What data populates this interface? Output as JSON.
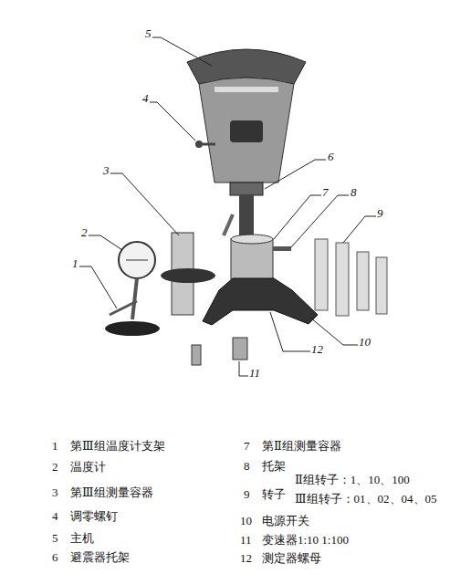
{
  "diagram": {
    "labels": [
      "5",
      "4",
      "3",
      "6",
      "7",
      "8",
      "9",
      "2",
      "1",
      "10",
      "12",
      "11",
      "1",
      "第Ⅲ组温度计支架",
      "2",
      "温度计",
      "3",
      "第Ⅲ组测量容器",
      "4",
      "调零螺钉",
      "5",
      "主机",
      "6",
      "避震器托架",
      "7",
      "第Ⅱ组测量容器",
      "8",
      "托架",
      "9",
      "转子",
      "Ⅱ组转子：1、10、100",
      "Ⅲ组转子：01、02、04、05",
      "10",
      "电源开关",
      "11",
      "变速器1:10 1:100",
      "12",
      "测定器螺母"
    ]
  }
}
